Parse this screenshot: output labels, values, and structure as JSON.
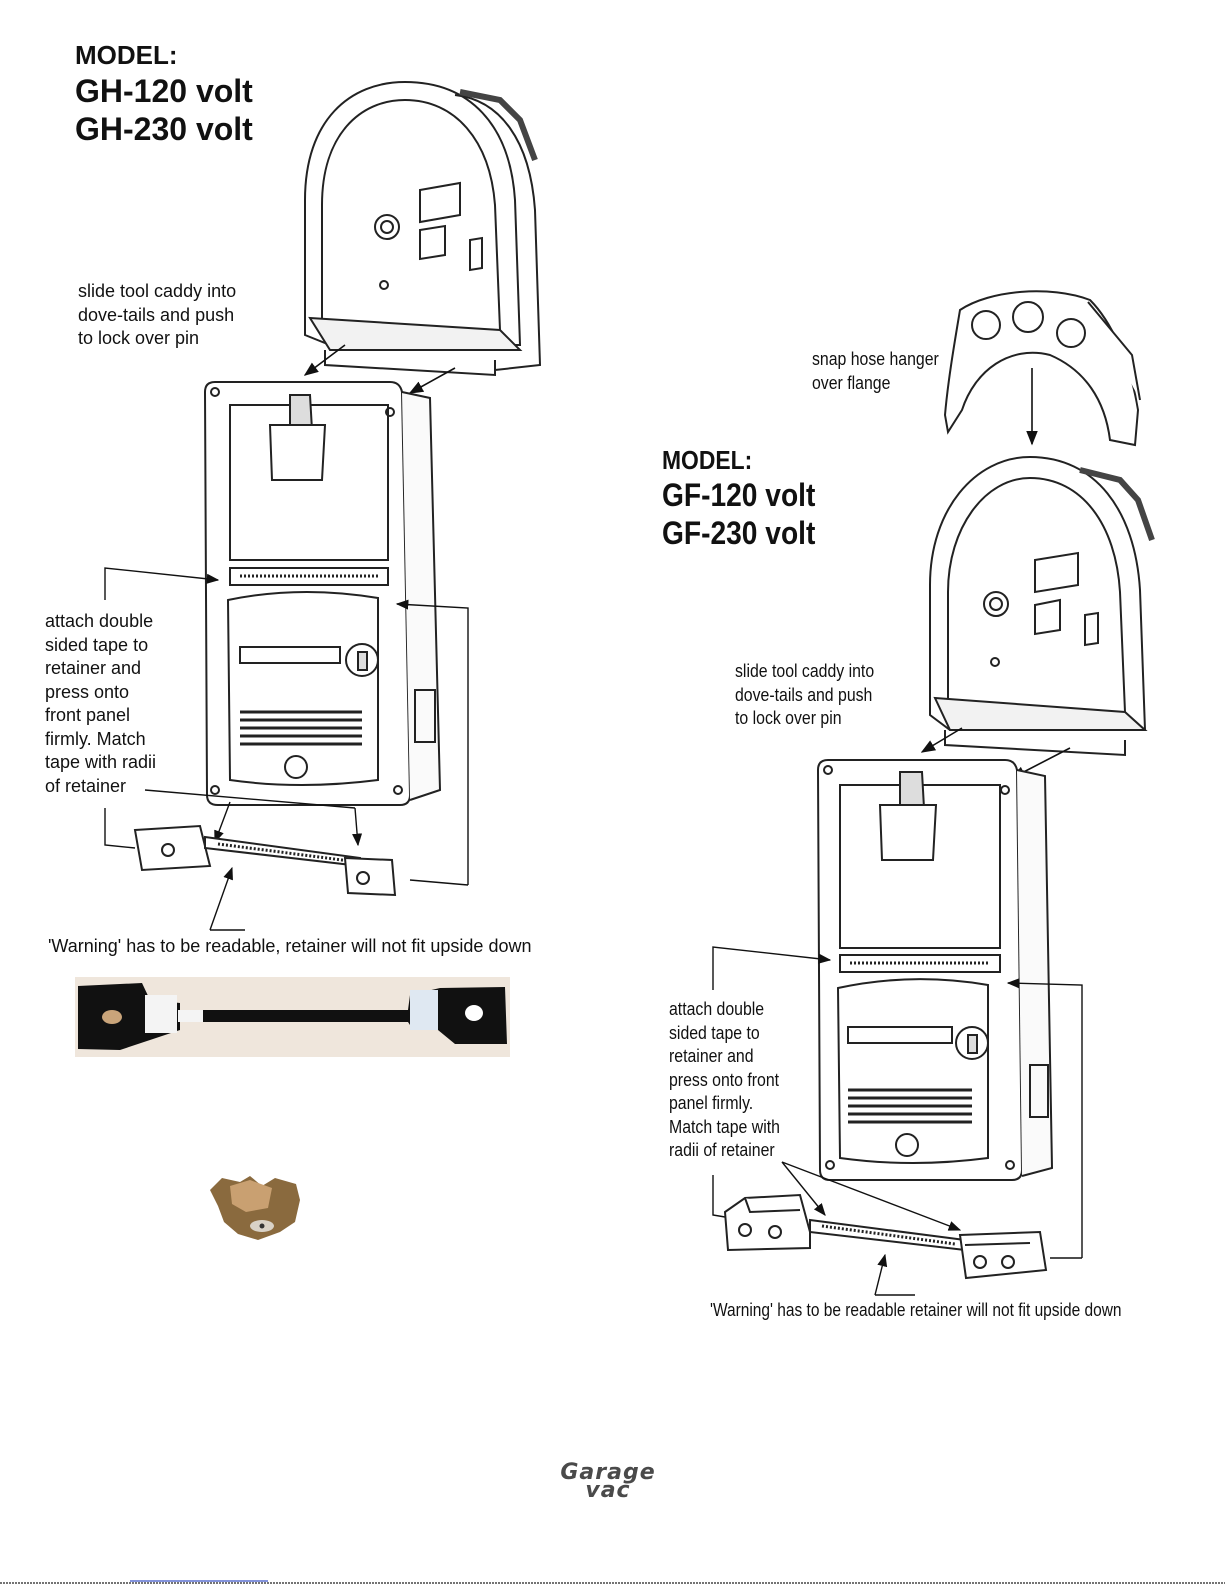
{
  "left": {
    "model_label": "MODEL:",
    "model_lines": [
      "GH-120 volt",
      "GH-230 volt"
    ],
    "note_caddy": "slide tool caddy into\ndove-tails and push\nto lock over pin",
    "note_tape": "attach double\nsided tape to\nretainer and\npress onto\nfront panel\nfirmly. Match\ntape with radii\nof retainer",
    "note_warning": "'Warning' has to be readable, retainer will not fit upside down"
  },
  "right": {
    "note_hanger": "snap hose hanger\nover flange",
    "model_label": "MODEL:",
    "model_lines": [
      "GF-120 volt",
      "GF-230 volt"
    ],
    "note_caddy": "slide tool caddy into\ndove-tails and push\nto lock over pin",
    "note_tape": "attach double\nsided tape to\nretainer and\npress onto front\npanel firmly.\nMatch tape with\nradii of retainer",
    "note_warning": "'Warning' has to be readable retainer will not fit upside down"
  },
  "logo": {
    "line1": "Garage",
    "line2": "vac"
  }
}
